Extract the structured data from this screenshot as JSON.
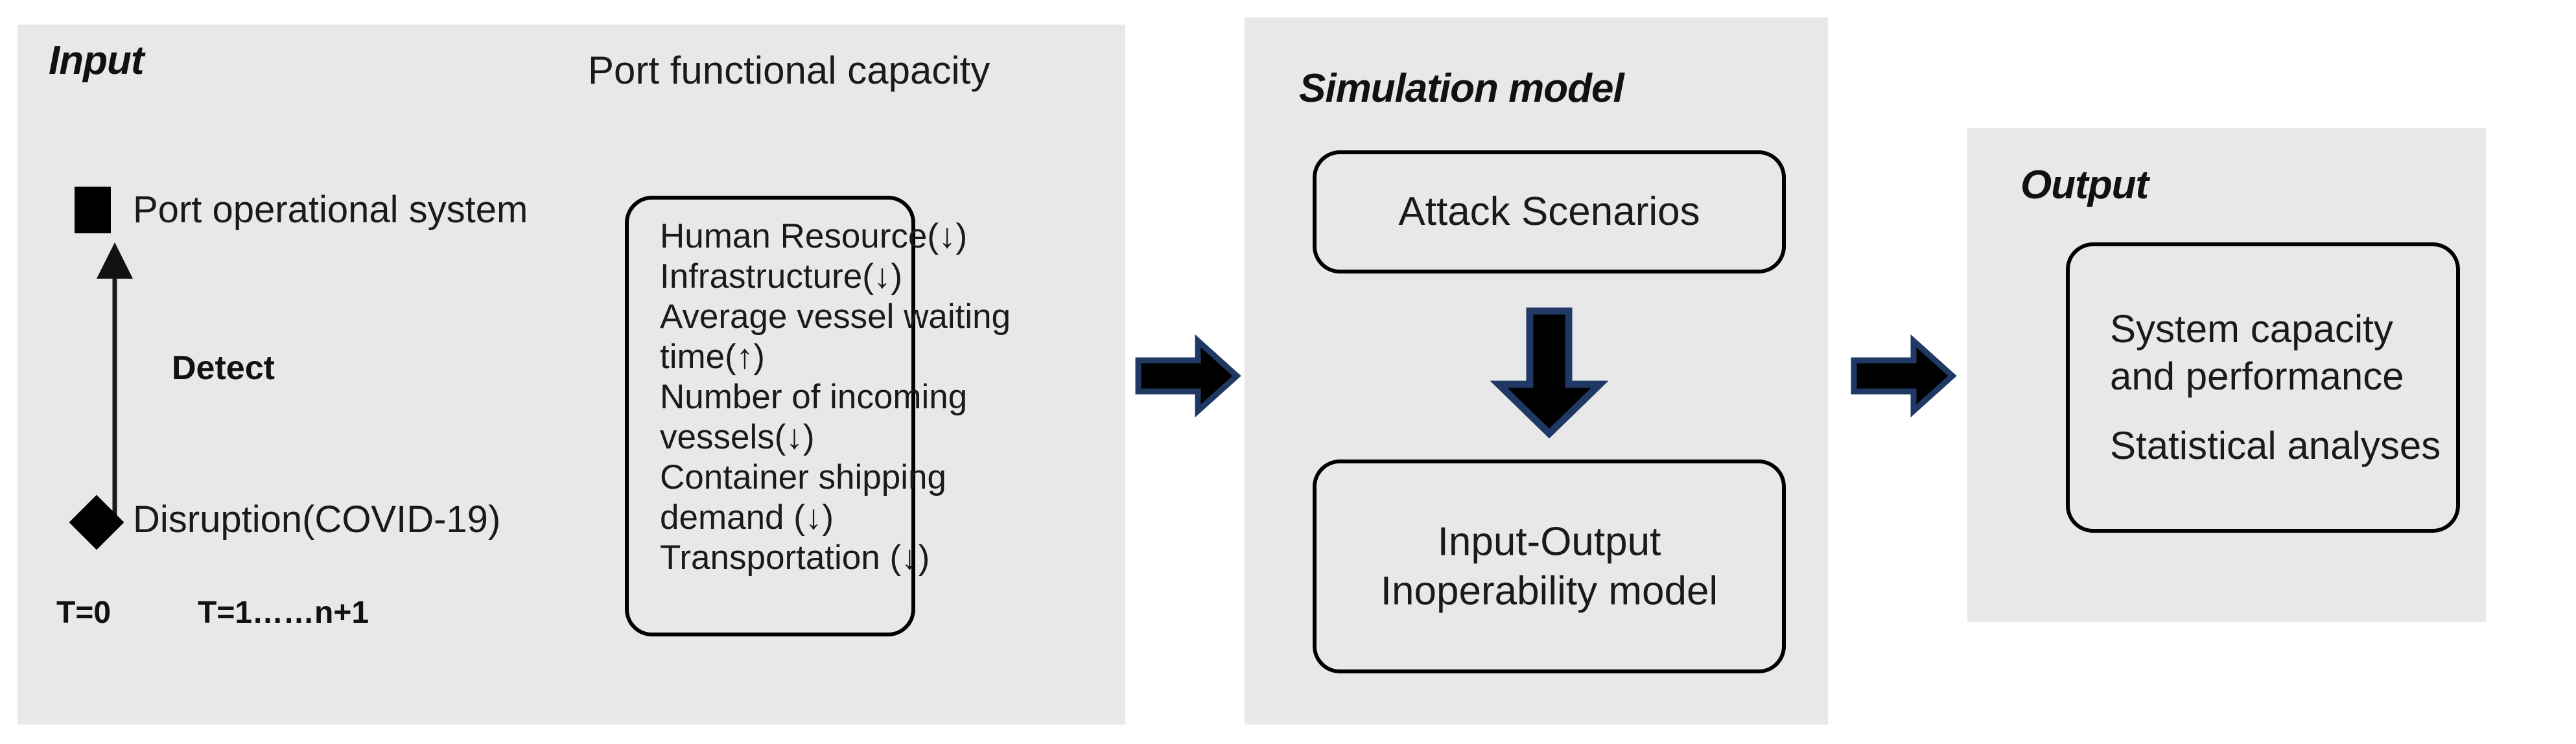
{
  "colors": {
    "panel_bg": "#e8e8e8",
    "page_bg": "#ffffff",
    "box_border": "#000000",
    "arrow_fill": "#000000",
    "arrow_outline": "#1f3864",
    "text": "#1a1a1a"
  },
  "input": {
    "title": "Input",
    "capacity_title": "Port functional capacity",
    "legend": {
      "system_label": "Port operational system",
      "disruption_label": "Disruption(COVID-19)",
      "system_marker": "filled-square",
      "disruption_marker": "filled-diamond"
    },
    "detect_label": "Detect",
    "detect_arrow": "up-arrow-icon",
    "timeline": {
      "start": "T=0",
      "range": "T=1……n+1"
    },
    "capacity_items": [
      "Human Resource(↓)",
      "Infrastructure(↓)",
      "Average vessel waiting",
      "time(↑)",
      "Number of incoming",
      "vessels(↓)",
      "Container shipping",
      "demand (↓)",
      "Transportation (↓)"
    ]
  },
  "simulation": {
    "title": "Simulation model",
    "attack_box": "Attack Scenarios",
    "model_box_line1": "Input-Output",
    "model_box_line2": "Inoperability model",
    "internal_arrow": "down-arrow-icon"
  },
  "output": {
    "title": "Output",
    "items": [
      "System capacity",
      "and performance",
      "Statistical analyses"
    ]
  },
  "flow_arrows": [
    {
      "name": "input-to-simulation",
      "direction": "right"
    },
    {
      "name": "simulation-to-output",
      "direction": "right"
    }
  ]
}
